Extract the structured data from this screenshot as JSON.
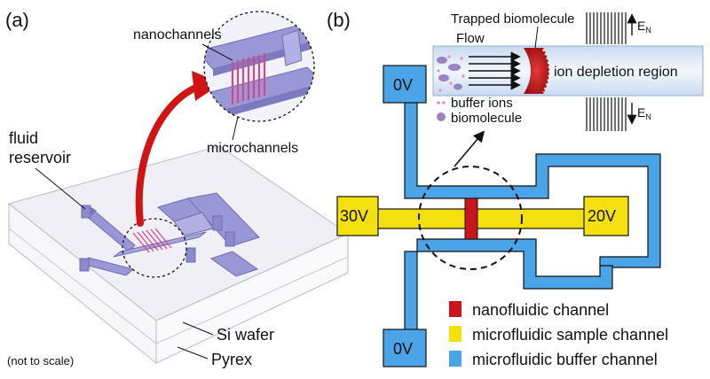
{
  "panel_a": {
    "label": "(a)",
    "nanochannels_label": "nanochannels",
    "microchannels_label": "microchannels",
    "fluid_label_line1": "fluid",
    "fluid_label_line2": "reservoir",
    "si_wafer_label": "Si wafer",
    "pyrex_label": "Pyrex",
    "scale_note": "(not to scale)"
  },
  "panel_b": {
    "label": "(b)",
    "inset": {
      "trapped_label": "Trapped biomolecule",
      "flow_label": "Flow",
      "depletion_label": "ion depletion region",
      "field_label_top": "E",
      "field_label_bottom": "E",
      "field_subscript": "N"
    },
    "legend_inset": {
      "buffer_ions": "buffer ions",
      "biomolecule": "biomolecule"
    },
    "voltages": {
      "top_left": "0V",
      "bottom_left": "0V",
      "left": "30V",
      "right": "20V"
    },
    "legend": [
      {
        "label": "nanofluidic channel",
        "color": "#c8161d"
      },
      {
        "label": "microfluidic sample channel",
        "color": "#f5e00f"
      },
      {
        "label": "microfluidic buffer channel",
        "color": "#4ba3e8"
      }
    ]
  },
  "colors": {
    "buffer_blue": "#4ba3e8",
    "sample_yellow": "#f5e00f",
    "nano_red": "#c8161d",
    "chip_violet": "#9a97d6",
    "arrow_red": "#d01414"
  }
}
